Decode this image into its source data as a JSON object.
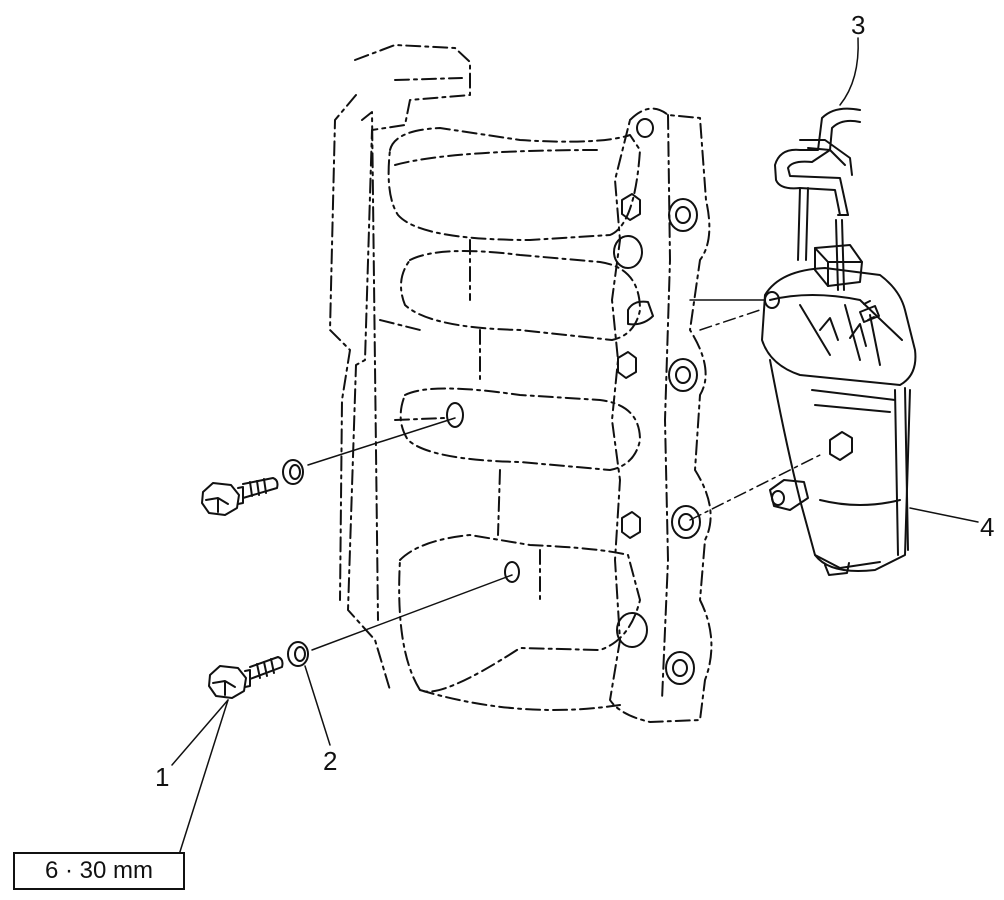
{
  "callouts": [
    {
      "id": "1",
      "label": "1",
      "part": "bolt"
    },
    {
      "id": "2",
      "label": "2",
      "part": "washer"
    },
    {
      "id": "3",
      "label": "3",
      "part": "hose"
    },
    {
      "id": "4",
      "label": "4",
      "part": "vapor-separator"
    }
  ],
  "spec": {
    "text": "6 · 30 mm"
  },
  "colors": {
    "line": "#111111",
    "background": "#ffffff"
  }
}
